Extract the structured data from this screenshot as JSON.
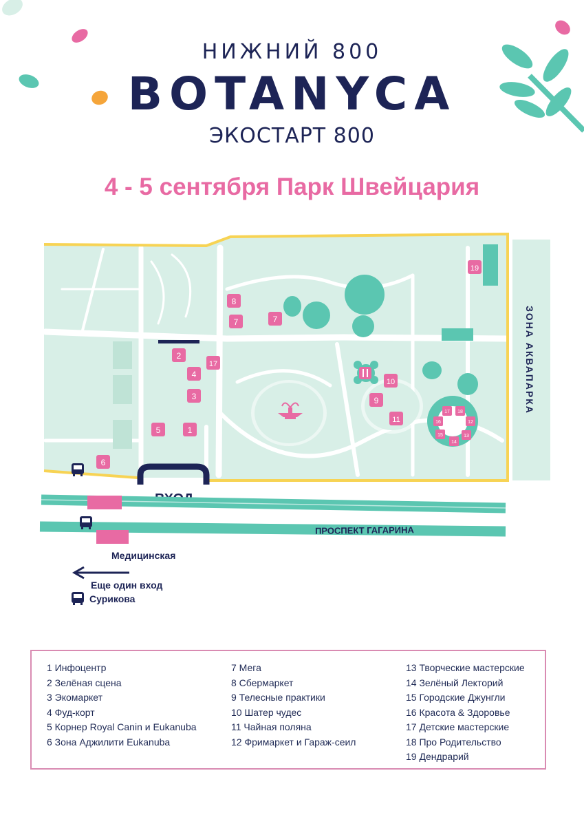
{
  "header": {
    "line1": "НИЖНИЙ 800",
    "brand": "BOTANYCA",
    "line3": "ЭКОСТАРТ 800"
  },
  "event": {
    "date_place": "4 - 5 сентября Парк Швейцария"
  },
  "map": {
    "aqua_zone": "ЗОНА АКВАПАРКА",
    "entrance": "ВХОД",
    "avenue": "ПРОСПЕКТ ГАГАРИНА",
    "stop_medical": "Медицинская",
    "another_entrance": "Еще один вход",
    "stop_surikova": "Сурикова",
    "markers": [
      "1",
      "2",
      "3",
      "4",
      "5",
      "6",
      "7",
      "7",
      "8",
      "9",
      "10",
      "11",
      "12",
      "13",
      "14",
      "15",
      "16",
      "17",
      "17",
      "18",
      "19"
    ]
  },
  "legend": {
    "col1": [
      "1 Инфоцентр",
      "2 Зелёная сцена",
      "3 Экомаркет",
      "4 Фуд-корт",
      "5 Корнер Royal Canin и Eukanuba",
      "6 Зона Аджилити Eukanuba"
    ],
    "col2": [
      "7 Мега",
      "8 Сбермаркет",
      "9 Телесные практики",
      "10 Шатер чудес",
      "11 Чайная поляна",
      "12 Фримаркет и Гараж-сеил"
    ],
    "col3": [
      "13 Творческие мастерские",
      "14 Зелёный Лекторий",
      "15 Городские Джунгли",
      "16 Красота & Здоровье",
      "17 Детские мастерские",
      "18 Про Родительство",
      "19 Дендрарий"
    ]
  },
  "colors": {
    "pink": "#e86aa3",
    "teal": "#5bc6b1",
    "mint": "#d8efe7",
    "navy": "#1d2456",
    "yellow": "#f7d354",
    "orange": "#f5a53a"
  }
}
